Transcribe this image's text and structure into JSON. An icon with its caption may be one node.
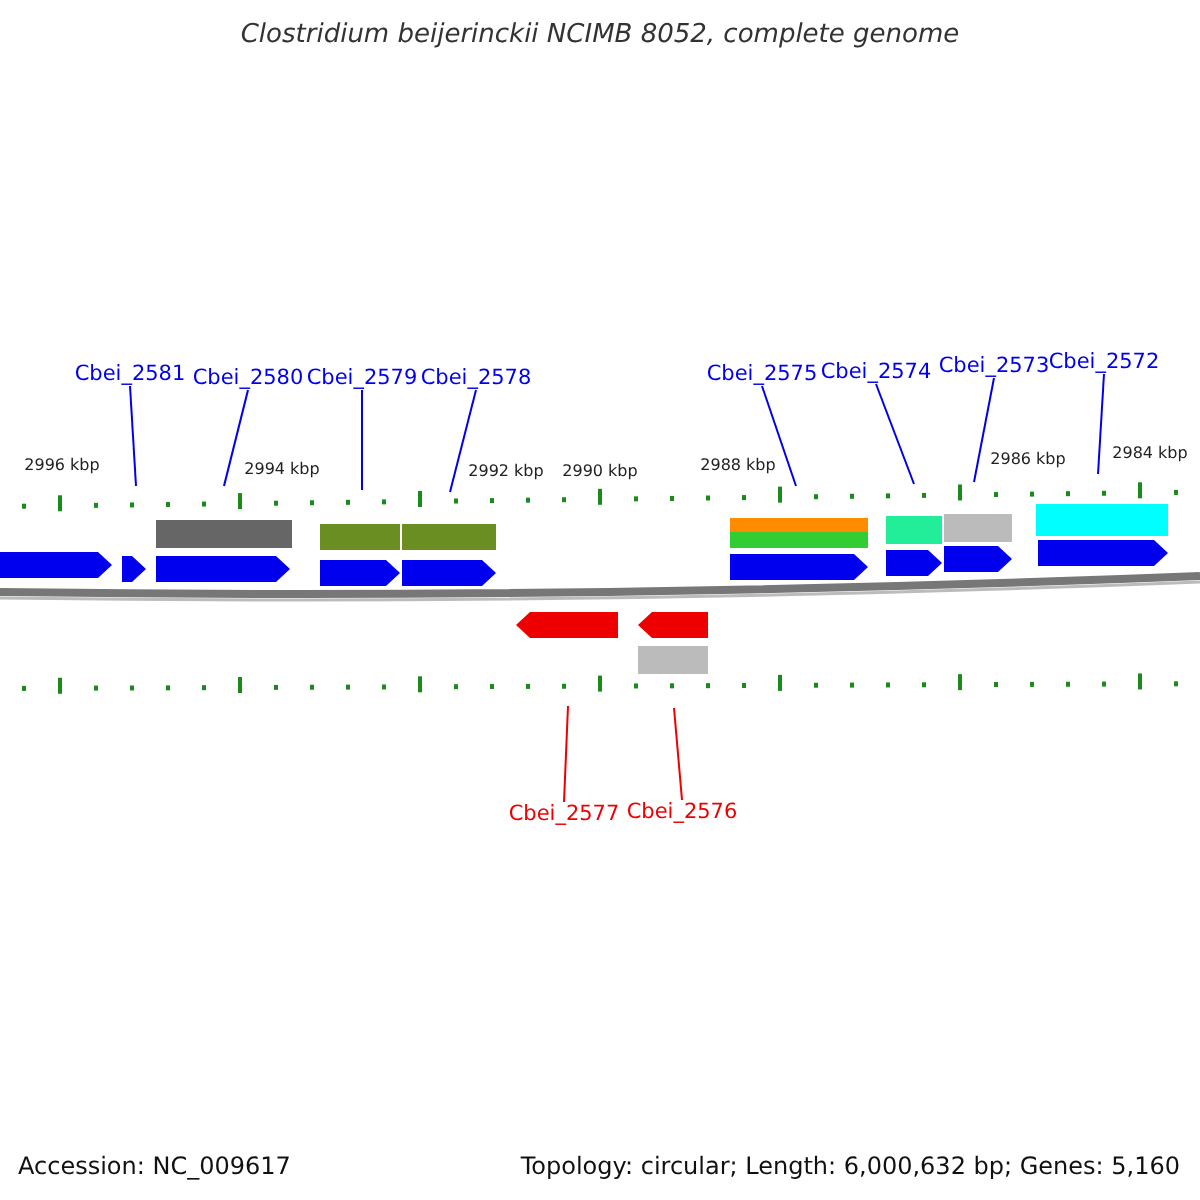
{
  "diagram": {
    "title": "Clostridium beijerinckii NCIMB 8052, complete genome",
    "nodes": [
      {
        "text": [
          "Cbei_2581"
        ]
      },
      {
        "text": [
          "Cbei_2580"
        ]
      },
      {
        "text": [
          "Cbei_2579"
        ]
      },
      {
        "text": [
          "Cbei_2578"
        ]
      },
      {
        "text": [
          "Cbei_2575"
        ]
      },
      {
        "text": [
          "Cbei_2574"
        ]
      },
      {
        "text": [
          "Cbei_2573"
        ]
      },
      {
        "text": [
          "Cbei_2572"
        ]
      },
      {
        "text": [
          "Cbei_2577"
        ]
      },
      {
        "text": [
          "Cbei_2576"
        ]
      }
    ],
    "edges": [
      {
        "from": 0,
        "to": null,
        "arrow": "none"
      },
      {
        "from": 1,
        "to": null,
        "arrow": "none"
      },
      {
        "from": 2,
        "to": null,
        "arrow": "none"
      },
      {
        "from": 3,
        "to": null,
        "arrow": "none"
      },
      {
        "from": 4,
        "to": null,
        "arrow": "none"
      },
      {
        "from": 5,
        "to": null,
        "arrow": "none"
      },
      {
        "from": 6,
        "to": null,
        "arrow": "none"
      },
      {
        "from": 7,
        "to": null,
        "arrow": "none"
      },
      {
        "from": 8,
        "to": null,
        "arrow": "none",
        "color": "#ee0000"
      },
      {
        "from": 9,
        "to": null,
        "arrow": "none",
        "color": "#ee0000"
      }
    ],
    "labels": [
      "2996 kbp",
      "2994 kbp",
      "2992 kbp",
      "2990 kbp",
      "2988 kbp",
      "2986 kbp",
      "2984 kbp",
      "Accession: NC_009617",
      "Topology: circular; Length: 6,000,632 bp; Genes: 5,160"
    ]
  }
}
